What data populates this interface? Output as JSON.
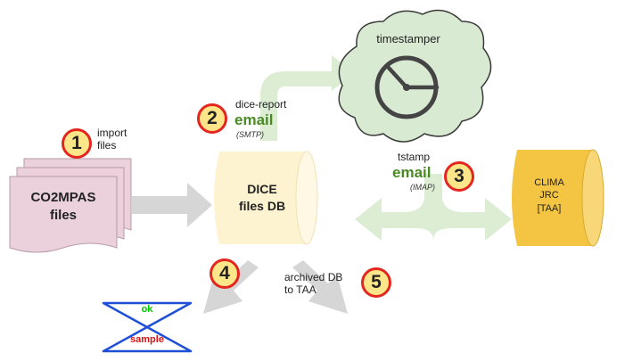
{
  "steps": [
    {
      "number": "1",
      "label_lines": [
        "import",
        "files"
      ]
    },
    {
      "number": "2",
      "label": "dice-report",
      "channel": "email",
      "protocol": "(SMTP)"
    },
    {
      "number": "3",
      "label": "tstamp",
      "channel": "email",
      "protocol": "(IMAP)"
    },
    {
      "number": "4"
    },
    {
      "number": "5",
      "label_lines": [
        "archived DB",
        "to TAA"
      ]
    }
  ],
  "nodes": {
    "co2mpas_files": [
      "CO2MPAS",
      "files"
    ],
    "dice_db": [
      "DICE",
      "files DB"
    ],
    "timestamper": "timestamper",
    "clima": [
      "CLIMA",
      "JRC",
      "[TAA]"
    ],
    "sample": {
      "top": "ok",
      "bottom": "sample"
    }
  },
  "colors": {
    "badge_fill": "#fde68a",
    "badge_border": "#e3271f",
    "email_green": "#4a8a24",
    "green_arrow": "#dcedd4",
    "gray_arrow": "#d6d6d6",
    "files_pink": "#ead1dc",
    "db_light": "#fdf3d0",
    "db_gold": "#f4c542",
    "cloud_fill": "#d9ead3",
    "hourglass_blue": "#1f4fd6",
    "ok_green": "#00cc00",
    "sample_red": "#e01010"
  },
  "icons": {
    "timestamper": "clock-icon",
    "sample": "hourglass-icon"
  }
}
